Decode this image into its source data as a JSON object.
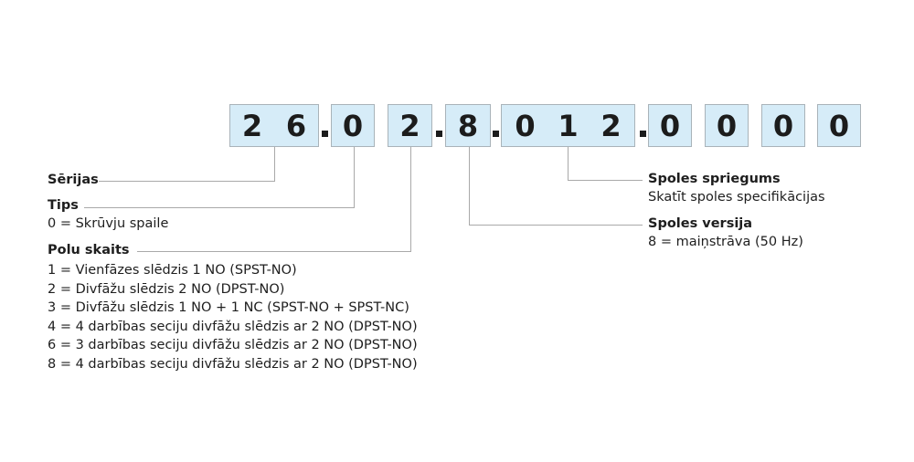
{
  "code": {
    "groups": [
      {
        "digits": [
          "2",
          "6"
        ]
      },
      {
        "digits": [
          "0"
        ]
      },
      {
        "digits": [
          "2"
        ]
      },
      {
        "digits": [
          "8"
        ]
      },
      {
        "digits": [
          "0",
          "1",
          "2"
        ]
      },
      {
        "digits": [
          "0"
        ]
      },
      {
        "digits": [
          "0"
        ]
      },
      {
        "digits": [
          "0"
        ]
      },
      {
        "digits": [
          "0"
        ]
      }
    ],
    "separator": "."
  },
  "labels": {
    "series": {
      "title": "Sērijas"
    },
    "type": {
      "title": "Tips",
      "desc": "0 = Skrūvju  spaile"
    },
    "poles": {
      "title": "Polu skaits",
      "items": [
        "1 = Vienfāzes slēdzis 1 NO (SPST-NO)",
        "2 = Divfāžu slēdzis 2 NO (DPST-NO)",
        "3 = Divfāžu slēdzis 1 NO + 1 NC (SPST-NO + SPST-NC)",
        "4 = 4 darbības seciju divfāžu slēdzis ar 2 NO (DPST-NO)",
        "6 = 3 darbības seciju divfāžu slēdzis ar 2 NO (DPST-NO)",
        "8 = 4 darbības seciju divfāžu slēdzis ar 2 NO (DPST-NO)"
      ]
    },
    "coil_voltage": {
      "title": "Spoles spriegums",
      "desc": "Skatīt spoles specifikācijas"
    },
    "coil_version": {
      "title": "Spoles versija",
      "desc": "8 = maiņstrāva (50 Hz)"
    }
  },
  "colors": {
    "box_fill": "#d6ecf8",
    "box_border": "#a9b3b9",
    "line": "#a9a9a9",
    "text": "#1e1e1e"
  }
}
